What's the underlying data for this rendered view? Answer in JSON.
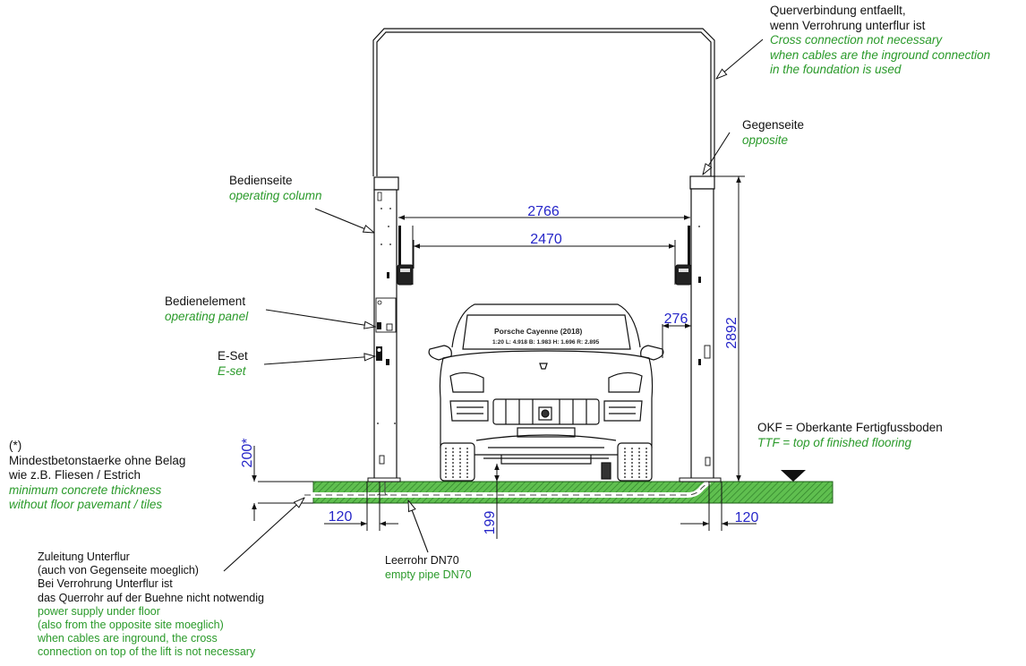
{
  "diagram": {
    "type": "two-post lift installation drawing (front view)",
    "colors": {
      "line": "#111111",
      "dimension_text": "#2626c8",
      "english_text": "#2a9a2a",
      "foundation_fill": "#5fbf4f",
      "foundation_hatch": "#2f7f2a"
    }
  },
  "labels": {
    "cross_connection": {
      "de": [
        "Querverbindung entfaellt,",
        "wenn Verrohrung unterflur ist"
      ],
      "en": [
        "Cross connection not necessary",
        "when cables are the inground connection",
        "in the foundation is used"
      ]
    },
    "opposite": {
      "de": "Gegenseite",
      "en": "opposite"
    },
    "operating_column": {
      "de": "Bedienseite",
      "en": "operating column"
    },
    "operating_panel": {
      "de": "Bedienelement",
      "en": "operating panel"
    },
    "e_set": {
      "de": "E-Set",
      "en": "E-set"
    },
    "okf": {
      "de": "OKF = Oberkante Fertigfussboden",
      "en": "TTF = top of finished flooring"
    },
    "concrete": {
      "de": [
        "(*)",
        "Mindestbetonstaerke ohne Belag",
        "wie z.B. Fliesen / Estrich"
      ],
      "en": [
        "minimum concrete thickness",
        "without floor pavemant / tiles"
      ]
    },
    "empty_pipe": {
      "de": "Leerrohr DN70",
      "en": "empty pipe DN70"
    },
    "supply": {
      "de": [
        "Zuleitung Unterflur",
        "(auch von Gegenseite moeglich)",
        "Bei Verrohrung Unterflur ist",
        "das Querrohr auf der Buehne nicht notwendig"
      ],
      "en": [
        "power supply under floor",
        "(also from the opposite site moeglich)",
        "when cables are inground, the cross",
        "connection on top of the lift is not necessary"
      ]
    }
  },
  "dimensions": {
    "between_columns": "2766",
    "between_arms": "2470",
    "arm_offset": "276",
    "column_height": "2892",
    "concrete_thickness": "200*",
    "base_left": "120",
    "base_right": "120",
    "pipe_depth": "199"
  },
  "car": {
    "title": "Porsche Cayenne (2018)",
    "specs": "1:20  L: 4.918 B: 1.983 H: 1.696 R: 2.895"
  }
}
